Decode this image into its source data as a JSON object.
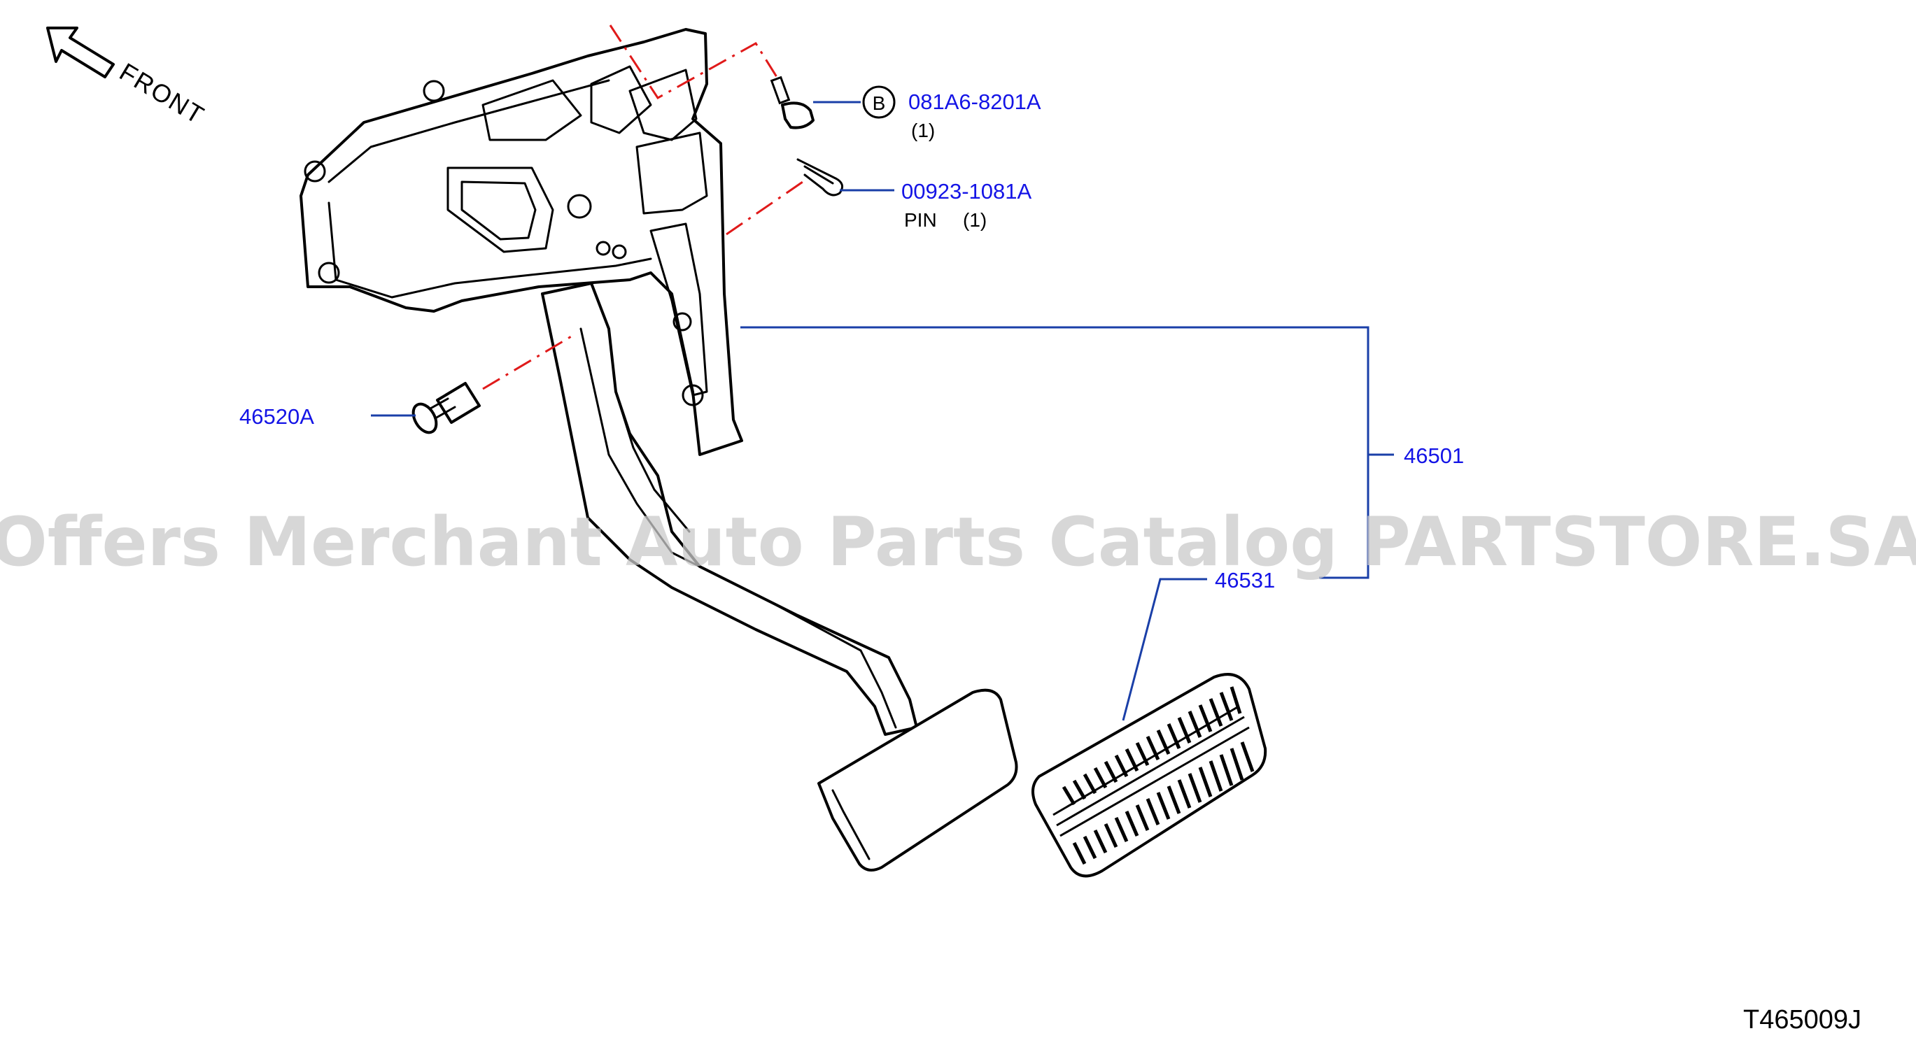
{
  "orientation": {
    "label": "FRONT",
    "icon": "front-arrow-icon"
  },
  "callouts": {
    "bolt": {
      "part_no": "081A6-8201A",
      "qty": "(1)",
      "marker": "B"
    },
    "pin": {
      "part_no": "00923-1081A",
      "name": "PIN",
      "qty": "(1)"
    },
    "stopper": {
      "part_no": "46520A"
    },
    "pedal_assembly": {
      "part_no": "46501"
    },
    "pedal_pad": {
      "part_no": "46531"
    }
  },
  "diagram_code": "T465009J",
  "watermark": "Offers Merchant Auto Parts Catalog PARTSTORE.SA",
  "colors": {
    "callout": "#1414e6",
    "leader": "#1a3fa8",
    "centerline": "#e01a1a"
  }
}
